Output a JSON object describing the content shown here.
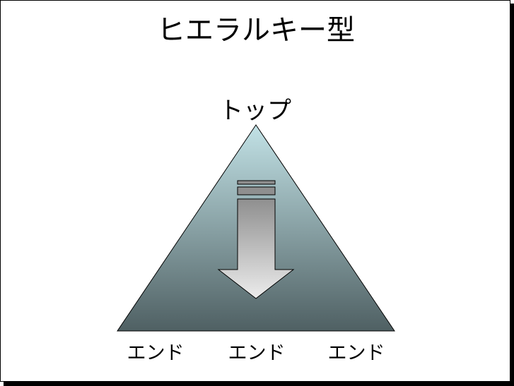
{
  "slide": {
    "title": "ヒエラルキー型",
    "top_label": "トップ",
    "end_labels": [
      "エンド",
      "エンド",
      "エンド"
    ]
  },
  "colors": {
    "triangle_top": "#c2e2e6",
    "triangle_bottom": "#4f6063",
    "arrow_top": "#8f8f8f",
    "arrow_bottom": "#ececec",
    "outline": "#000000"
  }
}
